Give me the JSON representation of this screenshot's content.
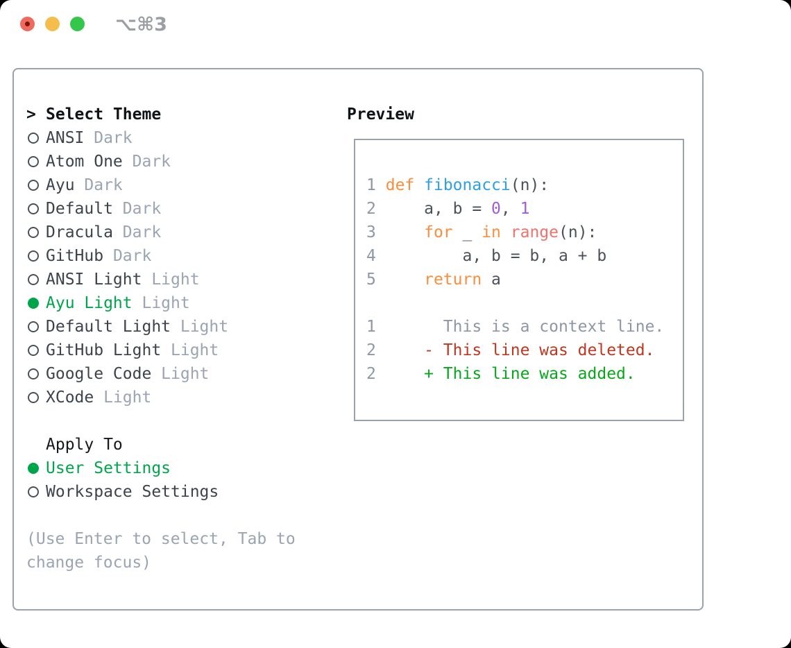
{
  "titlebar": {
    "shortcut": "⌥⌘3"
  },
  "theme_list": {
    "caret": ">",
    "title": "Select Theme",
    "items": [
      {
        "name": "ANSI",
        "variant": "Dark",
        "selected": false
      },
      {
        "name": "Atom One",
        "variant": "Dark",
        "selected": false
      },
      {
        "name": "Ayu",
        "variant": "Dark",
        "selected": false
      },
      {
        "name": "Default",
        "variant": "Dark",
        "selected": false
      },
      {
        "name": "Dracula",
        "variant": "Dark",
        "selected": false
      },
      {
        "name": "GitHub",
        "variant": "Dark",
        "selected": false
      },
      {
        "name": "ANSI Light",
        "variant": "Light",
        "selected": false
      },
      {
        "name": "Ayu Light",
        "variant": "Light",
        "selected": true
      },
      {
        "name": "Default Light",
        "variant": "Light",
        "selected": false
      },
      {
        "name": "GitHub Light",
        "variant": "Light",
        "selected": false
      },
      {
        "name": "Google Code",
        "variant": "Light",
        "selected": false
      },
      {
        "name": "XCode",
        "variant": "Light",
        "selected": false
      }
    ]
  },
  "apply_to": {
    "title": "Apply To",
    "options": [
      {
        "label": "User Settings",
        "selected": true
      },
      {
        "label": "Workspace Settings",
        "selected": false
      }
    ]
  },
  "help_lines": [
    "(Use Enter to select, Tab to",
    "change focus)"
  ],
  "preview": {
    "title": "Preview",
    "code_lines": [
      [
        [
          "num",
          "1"
        ],
        [
          "plain",
          " "
        ],
        [
          "kw",
          "def"
        ],
        [
          "plain",
          " "
        ],
        [
          "fn",
          "fibonacci"
        ],
        [
          "plain",
          "(n):"
        ]
      ],
      [
        [
          "num",
          "2"
        ],
        [
          "plain",
          "     a, b = "
        ],
        [
          "lit",
          "0"
        ],
        [
          "plain",
          ", "
        ],
        [
          "lit",
          "1"
        ]
      ],
      [
        [
          "num",
          "3"
        ],
        [
          "plain",
          "     "
        ],
        [
          "kw",
          "for"
        ],
        [
          "plain",
          " _ "
        ],
        [
          "kw",
          "in"
        ],
        [
          "plain",
          " "
        ],
        [
          "bi",
          "range"
        ],
        [
          "plain",
          "(n):"
        ]
      ],
      [
        [
          "num",
          "4"
        ],
        [
          "plain",
          "         a, b = b, a + b"
        ]
      ],
      [
        [
          "num",
          "5"
        ],
        [
          "plain",
          "     "
        ],
        [
          "kw",
          "return"
        ],
        [
          "plain",
          " a"
        ]
      ],
      [],
      [
        [
          "num",
          "1"
        ],
        [
          "plain",
          "       "
        ],
        [
          "ctx",
          "This is a context line."
        ]
      ],
      [
        [
          "num",
          "2"
        ],
        [
          "plain",
          "     "
        ],
        [
          "del",
          "- This line was deleted."
        ]
      ],
      [
        [
          "num",
          "2"
        ],
        [
          "plain",
          "     "
        ],
        [
          "add",
          "+ This line was added."
        ]
      ]
    ]
  },
  "colors": {
    "selection_green": "#00a44b",
    "diff_added_green": "#06a81a",
    "diff_deleted_red": "#c0361f",
    "context_gray": "#8d97a5",
    "variant_gray": "#9aa4b2",
    "keyword_orange": "#fa8d3e",
    "function_blue": "#2ba0e8",
    "builtin_salmon": "#f2716d",
    "number_purple": "#a05bd6",
    "panel_border_gray": "#99a1ad",
    "traffic_red": "#ee6a5f",
    "traffic_yellow": "#f5bd4b",
    "traffic_green": "#35c74b"
  }
}
